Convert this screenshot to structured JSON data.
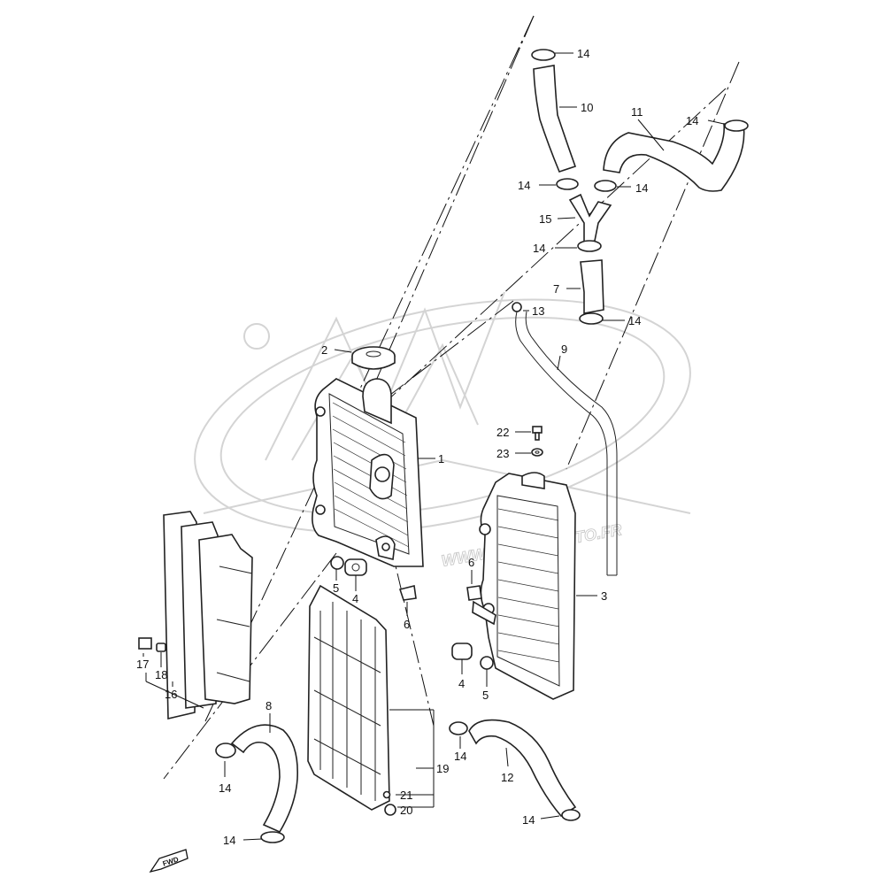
{
  "watermark": {
    "site": "WWW.ATOMICMOTO.FR",
    "brand": "moto"
  },
  "fwd_badge": "FWD",
  "labels": [
    {
      "id": "1",
      "text": "1"
    },
    {
      "id": "2",
      "text": "2"
    },
    {
      "id": "3",
      "text": "3"
    },
    {
      "id": "4a",
      "text": "4"
    },
    {
      "id": "4b",
      "text": "4"
    },
    {
      "id": "5a",
      "text": "5"
    },
    {
      "id": "5b",
      "text": "5"
    },
    {
      "id": "6a",
      "text": "6"
    },
    {
      "id": "6b",
      "text": "6"
    },
    {
      "id": "7",
      "text": "7"
    },
    {
      "id": "8",
      "text": "8"
    },
    {
      "id": "9",
      "text": "9"
    },
    {
      "id": "10",
      "text": "10"
    },
    {
      "id": "11",
      "text": "11"
    },
    {
      "id": "12",
      "text": "12"
    },
    {
      "id": "13",
      "text": "13"
    },
    {
      "id": "14a",
      "text": "14"
    },
    {
      "id": "14b",
      "text": "14"
    },
    {
      "id": "14c",
      "text": "14"
    },
    {
      "id": "14d",
      "text": "14"
    },
    {
      "id": "14e",
      "text": "14"
    },
    {
      "id": "14f",
      "text": "14"
    },
    {
      "id": "14g",
      "text": "14"
    },
    {
      "id": "14h",
      "text": "14"
    },
    {
      "id": "14i",
      "text": "14"
    },
    {
      "id": "14j",
      "text": "14"
    },
    {
      "id": "15",
      "text": "15"
    },
    {
      "id": "16",
      "text": "16"
    },
    {
      "id": "17",
      "text": "17"
    },
    {
      "id": "18",
      "text": "18"
    },
    {
      "id": "19",
      "text": "19"
    },
    {
      "id": "20",
      "text": "20"
    },
    {
      "id": "21",
      "text": "21"
    },
    {
      "id": "22",
      "text": "22"
    },
    {
      "id": "23",
      "text": "23"
    }
  ]
}
